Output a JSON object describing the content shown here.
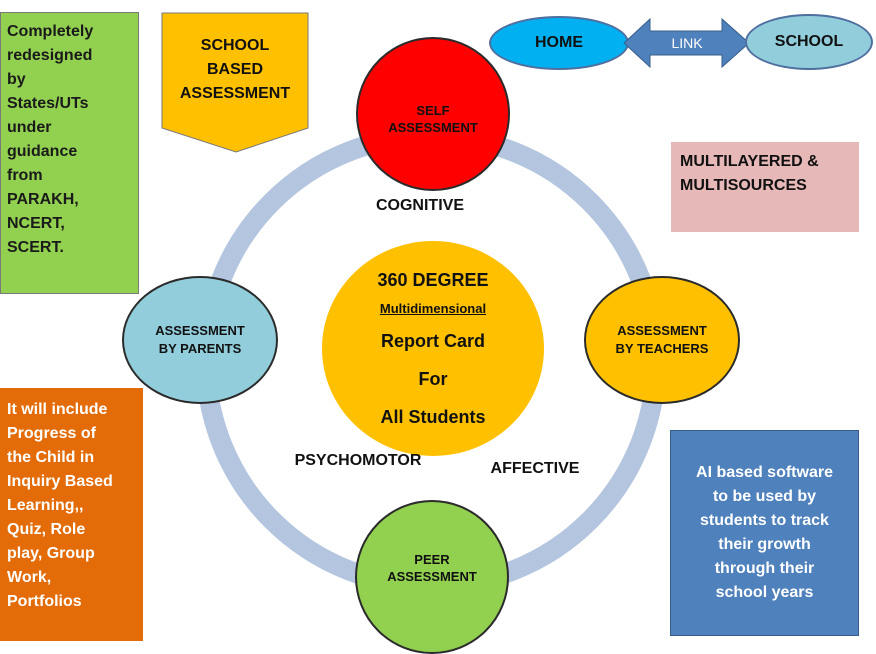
{
  "left_green_box": {
    "text": "Completely\nredesigned\nby\nStates/UTs\nunder\nguidance\nfrom\nPARAKH,\nNCERT,\nSCERT.",
    "color": "#92d050"
  },
  "school_based_tag": {
    "text": "SCHOOL\nBASED\nASSESSMENT",
    "color": "#ffc000"
  },
  "self_assessment": {
    "text": "SELF\nASSESSMENT",
    "color": "#ff0000"
  },
  "home_link_school": {
    "home": "HOME",
    "link": "LINK",
    "school": "SCHOOL",
    "oval_color": "#00b0f0",
    "arrow_color": "#4f81bd"
  },
  "multilayered_box": {
    "text": "MULTILAYERED &\nMULTISOURCES",
    "color": "#e6b8b7"
  },
  "cognitive_label": "COGNITIVE",
  "center_circle": {
    "line1": "360 DEGREE",
    "line2": "Multidimensional",
    "line3": "Report Card",
    "line4": "For",
    "line5": "All Students",
    "color": "#ffc000"
  },
  "assessment_by_parents": {
    "text": "ASSESSMENT\nBY PARENTS",
    "color": "#92cddc"
  },
  "assessment_by_teachers": {
    "text": "ASSESSMENT\nBY TEACHERS",
    "color": "#ffc000"
  },
  "psychomotor_label": "PSYCHOMOTOR",
  "affective_label": "AFFECTIVE",
  "peer_assessment": {
    "text": "PEER\nASSESSMENT",
    "color": "#92d050"
  },
  "orange_box": {
    "text": "It will include\nProgress of\nthe Child in\nInquiry Based\nLearning,,\nQuiz, Role\nplay, Group\nWork,\nPortfolios",
    "color": "#e36c09"
  },
  "blue_box": {
    "text": "AI based software\nto be used by\nstudents to track\ntheir growth\nthrough their\nschool years",
    "color": "#4f81bd"
  }
}
